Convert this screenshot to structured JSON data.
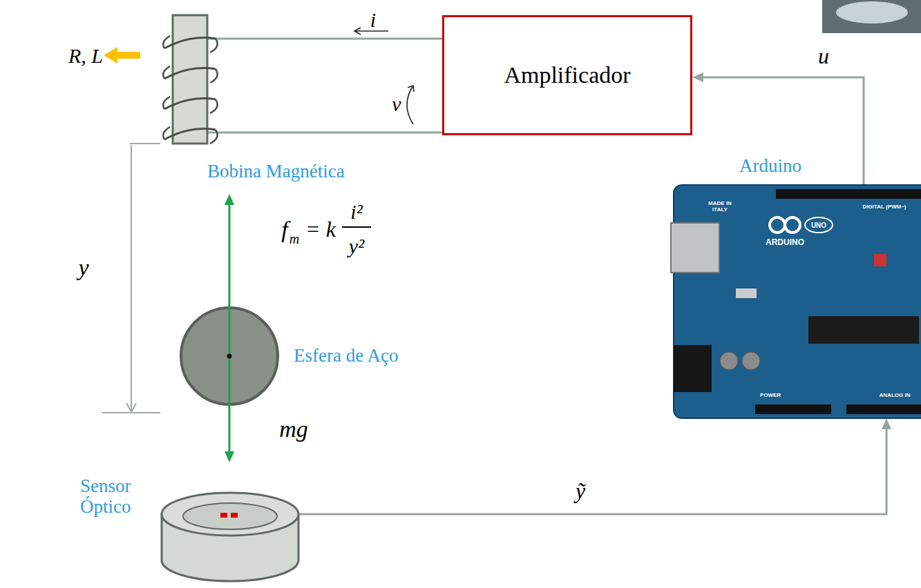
{
  "diagram": {
    "nodes": [
      {
        "text": [
          "Bobina Magnética"
        ]
      },
      {
        "text": [
          "Amplificador"
        ]
      },
      {
        "text": [
          "Arduino"
        ]
      },
      {
        "text": [
          "Esfera de Aço"
        ]
      },
      {
        "text": [
          "Sensor Óptico"
        ]
      }
    ],
    "edges": [
      {
        "from": 1,
        "to": 0,
        "arrow": "none"
      },
      {
        "from": 1,
        "to": 0,
        "arrow": "none"
      },
      {
        "from": 2,
        "to": 1,
        "arrow": "to",
        "label": "u"
      },
      {
        "from": 4,
        "to": 2,
        "arrow": "to",
        "label": "ỹ"
      }
    ],
    "labels": [
      "R, L",
      "i",
      "v",
      "y",
      "f",
      "m",
      "= k",
      "i²",
      "y²",
      "mg",
      "MADE IN ITALY",
      "DIGITAL (PWM~)",
      "ARDUINO",
      "UNO",
      "POWER",
      "ANALOG IN"
    ]
  }
}
